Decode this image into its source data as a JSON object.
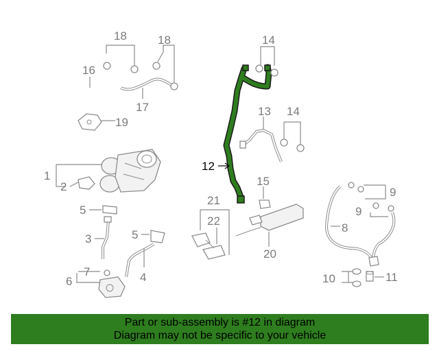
{
  "callouts": {
    "c1": "1",
    "c2": "2",
    "c3": "3",
    "c4": "4",
    "c5a": "5",
    "c5b": "5",
    "c6": "6",
    "c7": "7",
    "c8": "8",
    "c9a": "9",
    "c9b": "9",
    "c10": "10",
    "c11": "11",
    "c12": "12",
    "c13": "13",
    "c14a": "14",
    "c14b": "14",
    "c15": "15",
    "c16": "16",
    "c17": "17",
    "c18a": "18",
    "c18b": "18",
    "c19": "19",
    "c20": "20",
    "c21": "21",
    "c22": "22"
  },
  "banner": {
    "line1": "Part or sub-assembly is #12 in diagram",
    "line2": "Diagram may not be specific to your vehicle"
  },
  "colors": {
    "highlight": "#2e7d1e",
    "banner": "#2e7d1e"
  }
}
